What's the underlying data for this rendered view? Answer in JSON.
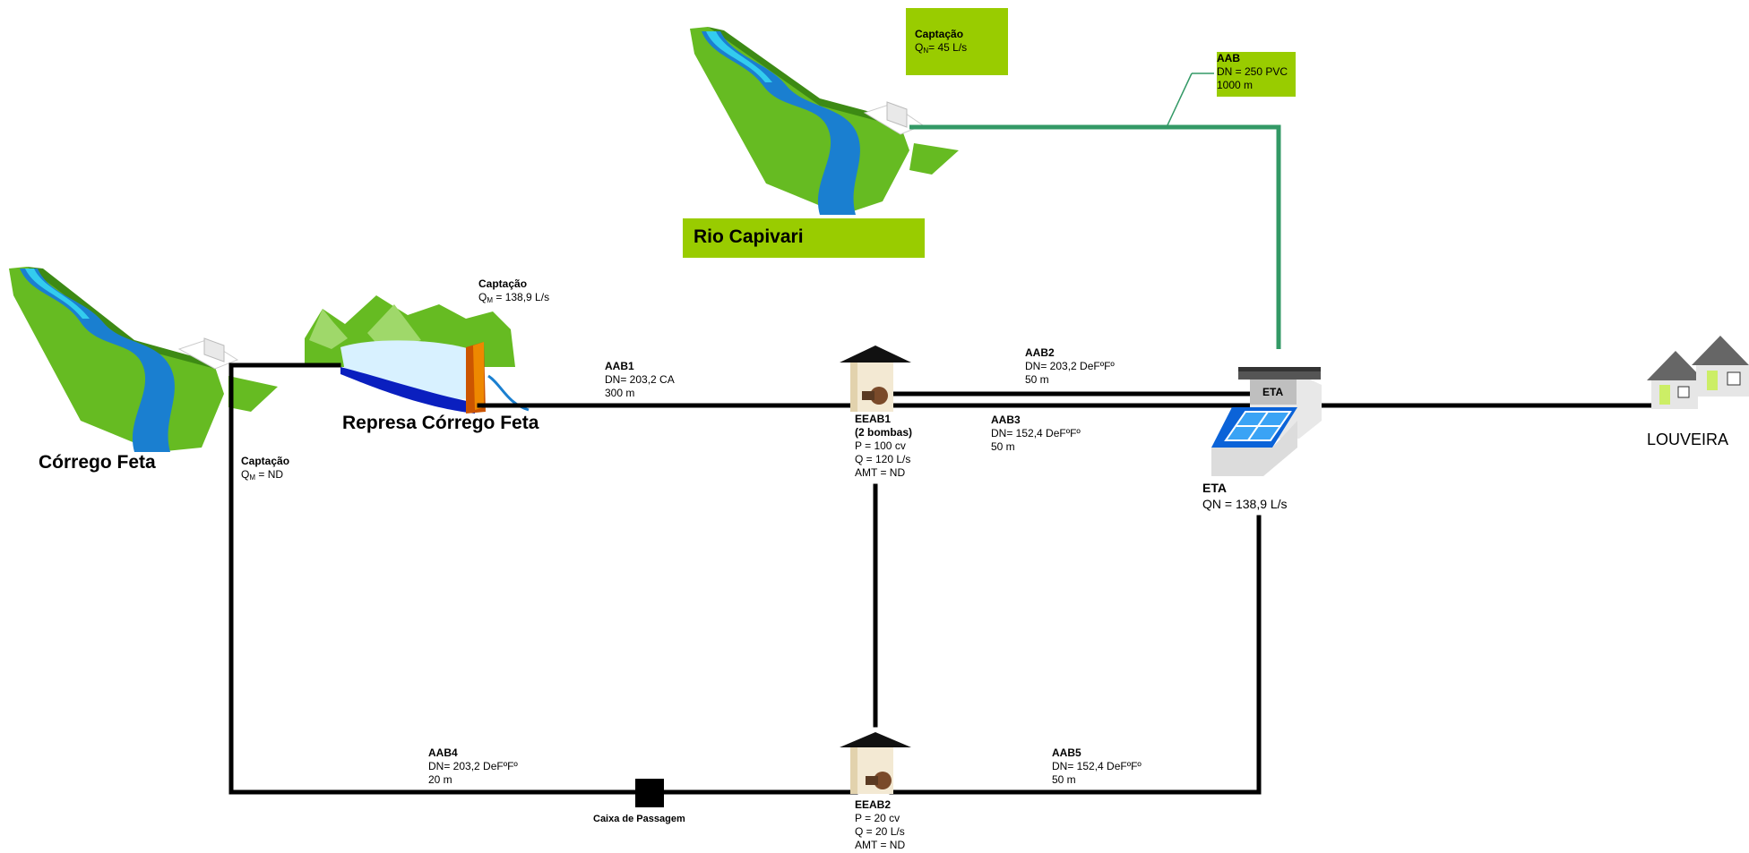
{
  "colors": {
    "pipe": "#000000",
    "raw_pipe": "#339966",
    "label_box": "#99cc00",
    "grass": "#66bb22",
    "water": "#1a7fd0",
    "roof": "#111111"
  },
  "places": {
    "corrego_feta": "Córrego Feta",
    "represa": "Represa Córrego Feta",
    "rio_capivari": "Rio Capivari",
    "louveira": "LOUVEIRA"
  },
  "captacao_feta": {
    "title": "Captação",
    "q_prefix": "Q",
    "q_sub": "M",
    "q_value": " = ND"
  },
  "captacao_represa": {
    "title": "Captação",
    "q_prefix": "Q",
    "q_sub": "M",
    "q_value": " = 138,9 L/s"
  },
  "captacao_capivari": {
    "title": "Captação",
    "q_prefix": "Q",
    "q_sub": "N",
    "q_value": "= 45 L/s"
  },
  "aab": {
    "name": "AAB",
    "dn": "DN = 250 PVC",
    "len": "1000 m"
  },
  "aab1": {
    "name": "AAB1",
    "dn": "DN= 203,2 CA",
    "len": "300 m"
  },
  "aab2": {
    "name": "AAB2",
    "dn": "DN= 203,2 DeFºFº",
    "len": "50  m"
  },
  "aab3": {
    "name": "AAB3",
    "dn": "DN= 152,4 DeFºFº",
    "len": "50 m"
  },
  "aab4": {
    "name": "AAB4",
    "dn": "DN= 203,2 DeFºFº",
    "len": "20 m"
  },
  "aab5": {
    "name": "AAB5",
    "dn": "DN= 152,4 DeFºFº",
    "len": "50 m"
  },
  "eeab1": {
    "name": "EEAB1",
    "sub": "(2 bombas)",
    "p": "P = 100 cv",
    "q": "Q = 120 L/s",
    "amt": "AMT = ND"
  },
  "eeab2": {
    "name": "EEAB2",
    "p": "P = 20 cv",
    "q": "Q = 20 L/s",
    "amt": "AMT = ND"
  },
  "eta": {
    "sign": "ETA",
    "name": "ETA",
    "qn": "QN = 138,9 L/s"
  },
  "caixa": {
    "label": "Caixa de Passagem"
  }
}
